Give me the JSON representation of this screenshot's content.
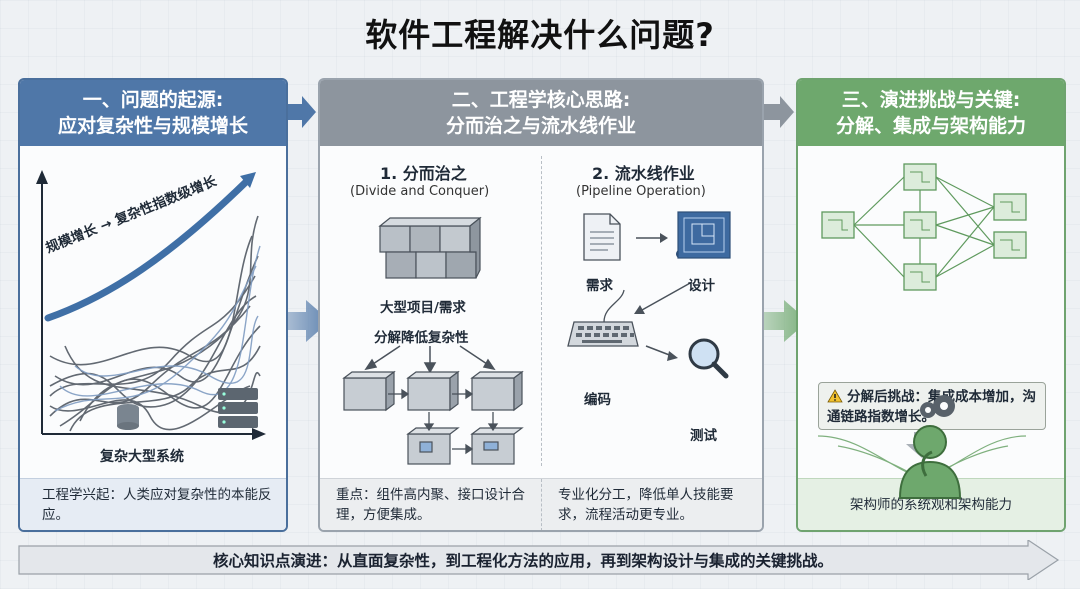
{
  "title": "软件工程解决什么问题?",
  "panel1": {
    "header_line1": "一、问题的起源:",
    "header_line2": "应对复杂性与规模增长",
    "curve_label": "规模增长 → 复杂性指数级增长",
    "caption": "复杂大型系统",
    "footer": "工程学兴起：人类应对复杂性的本能反应。"
  },
  "panel2": {
    "header_line1": "二、工程学核心思路:",
    "header_line2": "分而治之与流水线作业",
    "left_title": "1. 分而治之",
    "left_subtitle": "(Divide and Conquer)",
    "big_project": "大型项目/需求",
    "decompose": "分解降低复杂性",
    "right_title": "2. 流水线作业",
    "right_subtitle": "(Pipeline Operation)",
    "stage_req": "需求",
    "stage_design": "设计",
    "stage_code": "编码",
    "stage_test": "测试",
    "footer_left": "重点：组件高内聚、接口设计合理，方便集成。",
    "footer_right": "专业化分工，降低单人技能要求，流程活动更专业。"
  },
  "panel3": {
    "header_line1": "三、演进挑战与关键:",
    "header_line2": "分解、集成与架构能力",
    "challenge": "分解后挑战：集成成本增加，沟通链路指数增长。",
    "footer": "架构师的系统观和架构能力"
  },
  "bottom_bar": "核心知识点演进：从直面复杂性，到工程化方法的应用，再到架构设计与集成的关键挑战。",
  "colors": {
    "blue": "#4f77a8",
    "gray": "#8d959e",
    "green": "#6ea86d"
  }
}
